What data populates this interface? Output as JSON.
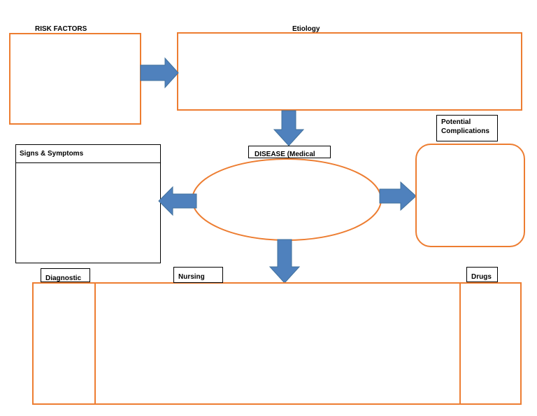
{
  "labels": {
    "risk_factors": "RISK FACTORS",
    "etiology": "Etiology",
    "signs_symptoms": "Signs & Symptoms",
    "disease": "DISEASE (Medical",
    "potential_complications_line1": "Potential",
    "potential_complications_line2": "Complications",
    "diagnostic": "Diagnostic",
    "nursing": "Nursing",
    "drugs": "Drugs"
  },
  "colors": {
    "box_border": "#ED7D31",
    "arrow_fill": "#4F81BD",
    "label_border": "#000000"
  },
  "icons": {
    "arrow": "block-arrow"
  }
}
